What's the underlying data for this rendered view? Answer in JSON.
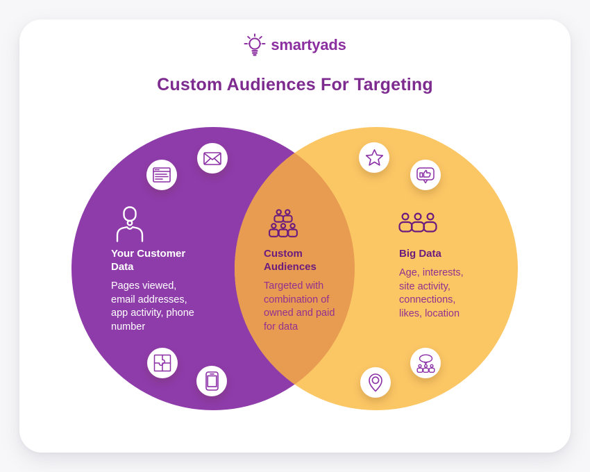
{
  "logo": {
    "text": "smartyads",
    "icon": "lightbulb-icon"
  },
  "title": "Custom Audiences For Targeting",
  "venn": {
    "left": {
      "heading": "Your Customer Data",
      "body": "Pages viewed, email addresses, app activity, phone number",
      "icon": "person-icon"
    },
    "center": {
      "heading": "Custom Audiences",
      "body": "Targeted with combination of owned and paid for data",
      "icon": "people-group-icon"
    },
    "right": {
      "heading": "Big Data",
      "body": "Age, interests, site activity, connections, likes, location",
      "icon": "people-row-icon"
    }
  },
  "decorative_icons": [
    {
      "name": "webpage-icon",
      "area": "left-top"
    },
    {
      "name": "mail-icon",
      "area": "left-top"
    },
    {
      "name": "puzzle-icon",
      "area": "left-bottom"
    },
    {
      "name": "phone-icon",
      "area": "left-bottom"
    },
    {
      "name": "star-icon",
      "area": "right-top"
    },
    {
      "name": "thumbs-up-icon",
      "area": "right-top"
    },
    {
      "name": "location-pin-icon",
      "area": "right-bottom"
    },
    {
      "name": "crowd-chat-icon",
      "area": "right-bottom"
    }
  ],
  "colors": {
    "page_bg": "#f7f7f9",
    "card_bg": "#ffffff",
    "purple_circle": "#8e3caa",
    "orange_circle": "#fbc765",
    "overlap": "#e79c51",
    "title": "#7d2b8f",
    "logo": "#8b2fa0",
    "heading_dark": "#6b1b7d",
    "body_purple": "#93308f",
    "icon_stroke": "#8b2fa6"
  }
}
